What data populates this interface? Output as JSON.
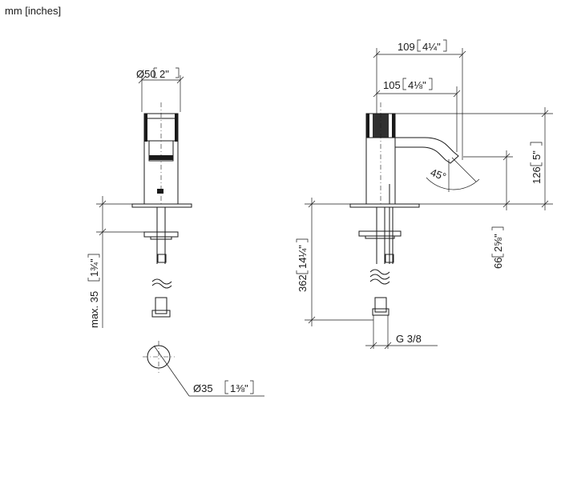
{
  "units_label": "mm [inches]",
  "front_view": {
    "body_diameter": "Ø50",
    "body_diameter_in": "2\"",
    "max_height": "max. 35",
    "max_height_in": "1¾\"",
    "hole_diameter": "Ø35",
    "hole_diameter_in": "1⅜\""
  },
  "side_view": {
    "overall_reach": "109",
    "overall_reach_in": "4¼\"",
    "spout_reach": "105",
    "spout_reach_in": "4⅛\"",
    "spout_angle": "45°",
    "spout_height": "126",
    "spout_height_in": "5\"",
    "outlet_height": "66",
    "outlet_height_in": "2⅝\"",
    "hose_length": "362",
    "hose_length_in": "14¼\"",
    "connection_thread": "G 3/8"
  }
}
